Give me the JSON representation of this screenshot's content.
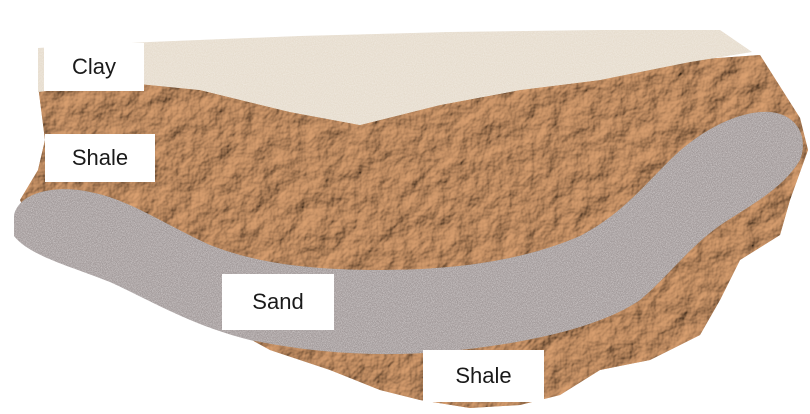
{
  "diagram": {
    "labels": {
      "clay": "Clay",
      "shale_upper": "Shale",
      "sand": "Sand",
      "shale_lower": "Shale"
    },
    "colors": {
      "clay": "#e6dccd",
      "shale": "#c4895a",
      "shale_dark": "#8a5330",
      "sand": "#a29a9a",
      "label_bg": "#ffffff"
    }
  }
}
